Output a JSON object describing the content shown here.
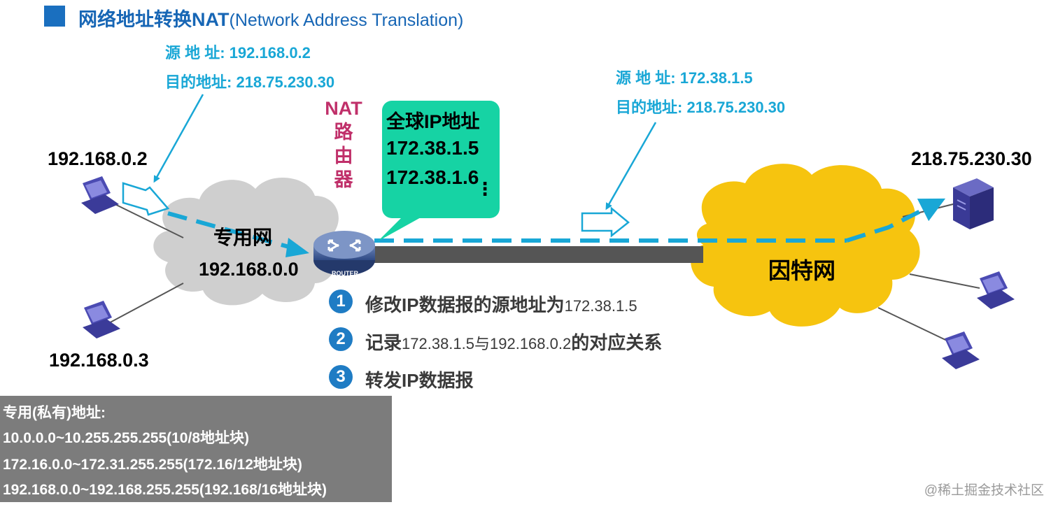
{
  "title": {
    "main": "网络地址转换NAT",
    "sub": "(Network Address Translation)"
  },
  "packet_left": {
    "src_label": "源 地 址:",
    "src_value": "192.168.0.2",
    "dst_label": "目的地址:",
    "dst_value": "218.75.230.30"
  },
  "packet_right": {
    "src_label": "源 地 址:",
    "src_value": "172.38.1.5",
    "dst_label": "目的地址:",
    "dst_value": "218.75.230.30"
  },
  "hosts": {
    "host_a": "192.168.0.2",
    "host_b": "192.168.0.3",
    "server": "218.75.230.30"
  },
  "private_net": {
    "name": "专用网",
    "address": "192.168.0.0"
  },
  "internet": {
    "name": "因特网"
  },
  "router": {
    "nat_label": "NAT路由器",
    "device_text": "ROUTER"
  },
  "global_ip_box": {
    "heading": "全球IP地址",
    "ips": [
      "172.38.1.5",
      "172.38.1.6"
    ],
    "ellipsis": "⋮"
  },
  "steps": [
    {
      "num": "1",
      "text": "修改IP数据报的源地址为",
      "value": "172.38.1.5"
    },
    {
      "num": "2",
      "text_pre": "记录",
      "value": "172.38.1.5与192.168.0.2",
      "text_post": "的对应关系"
    },
    {
      "num": "3",
      "text": "转发IP数据报"
    }
  ],
  "private_ranges": {
    "heading": "专用(私有)地址:",
    "lines": [
      "10.0.0.0~10.255.255.255(10/8地址块)",
      "172.16.0.0~172.31.255.255(172.16/12地址块)",
      "192.168.0.0~192.168.255.255(192.168/16地址块)"
    ]
  },
  "watermark": "@稀土掘金技术社区",
  "colors": {
    "title": "#1766b5",
    "cyan": "#19a7d6",
    "nat": "#c0306a",
    "bubble": "#16d3a4",
    "cloud_gray": "#cfcfcf",
    "cloud_yellow": "#f6c40f",
    "step_circle": "#1f7cc4",
    "infobox": "#7c7c7c"
  },
  "icons": [
    "computer-icon",
    "server-icon",
    "router-icon",
    "cloud",
    "packet-arrow"
  ]
}
